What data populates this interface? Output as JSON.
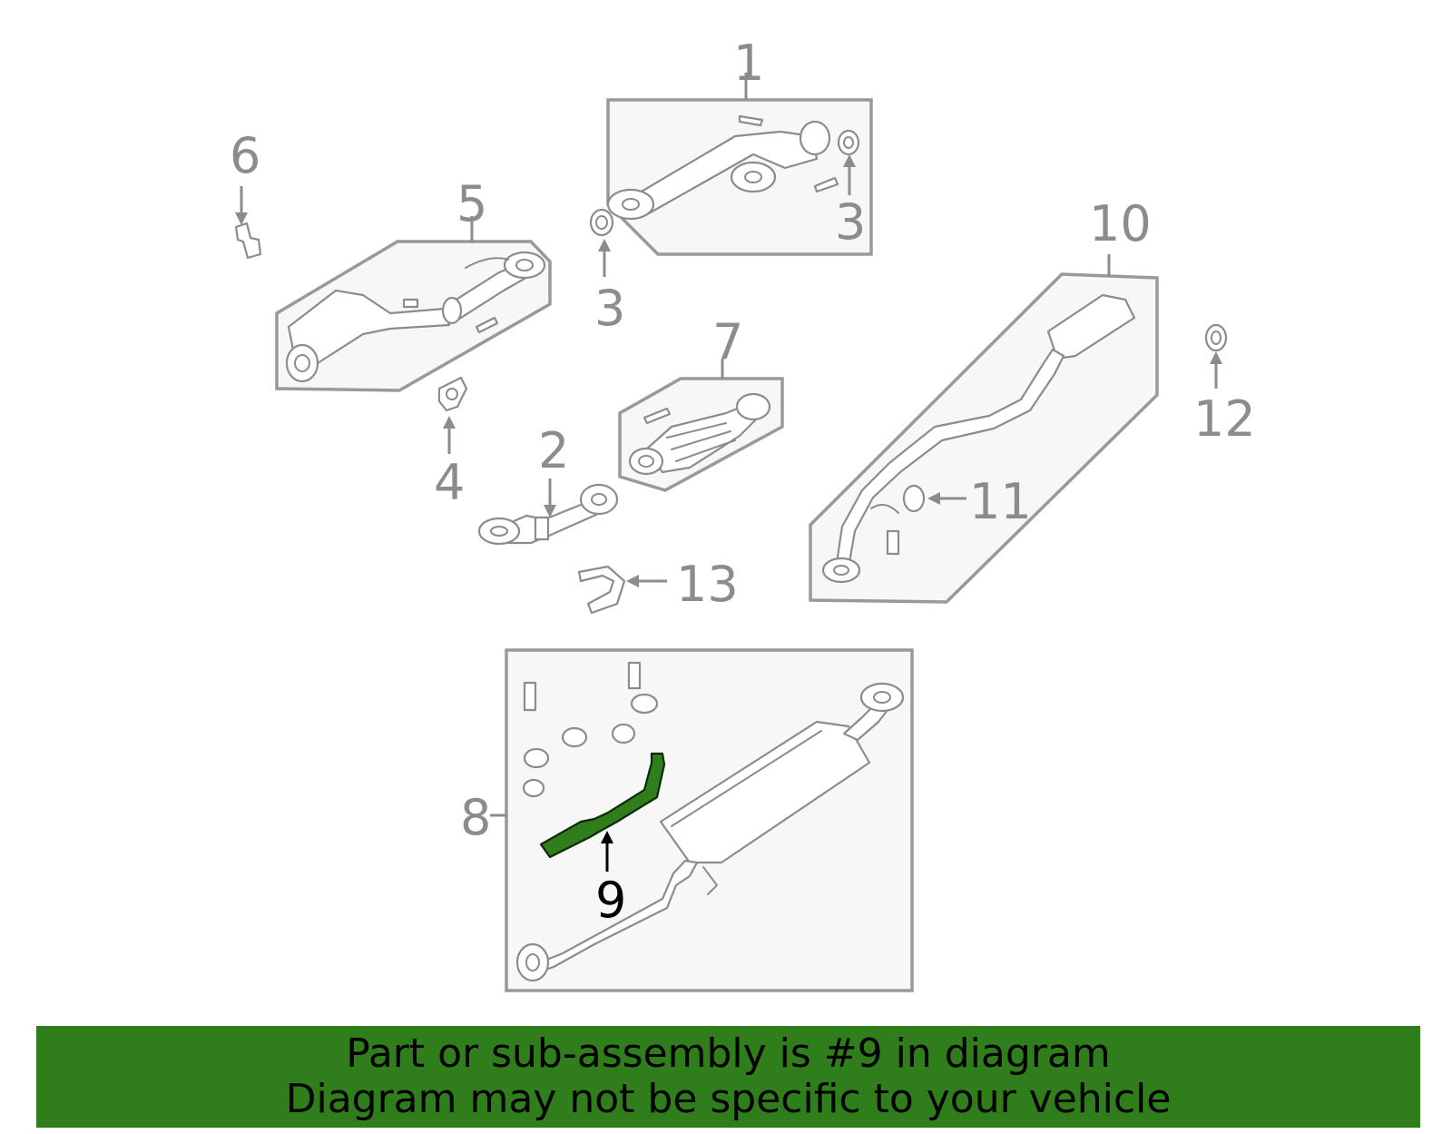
{
  "callouts": {
    "c1": "1",
    "c2": "2",
    "c3a": "3",
    "c3b": "3",
    "c4": "4",
    "c5": "5",
    "c6": "6",
    "c7": "7",
    "c8": "8",
    "c9": "9",
    "c10": "10",
    "c11": "11",
    "c12": "12",
    "c13": "13"
  },
  "highlighted_part": "9",
  "colors": {
    "highlight": "#2f7d1b",
    "line": "#8c8c8c",
    "box_fill": "#f7f7f7"
  },
  "banner": {
    "line1": "Part or sub-assembly is #9 in diagram",
    "line2": "Diagram may not be specific to your vehicle"
  }
}
